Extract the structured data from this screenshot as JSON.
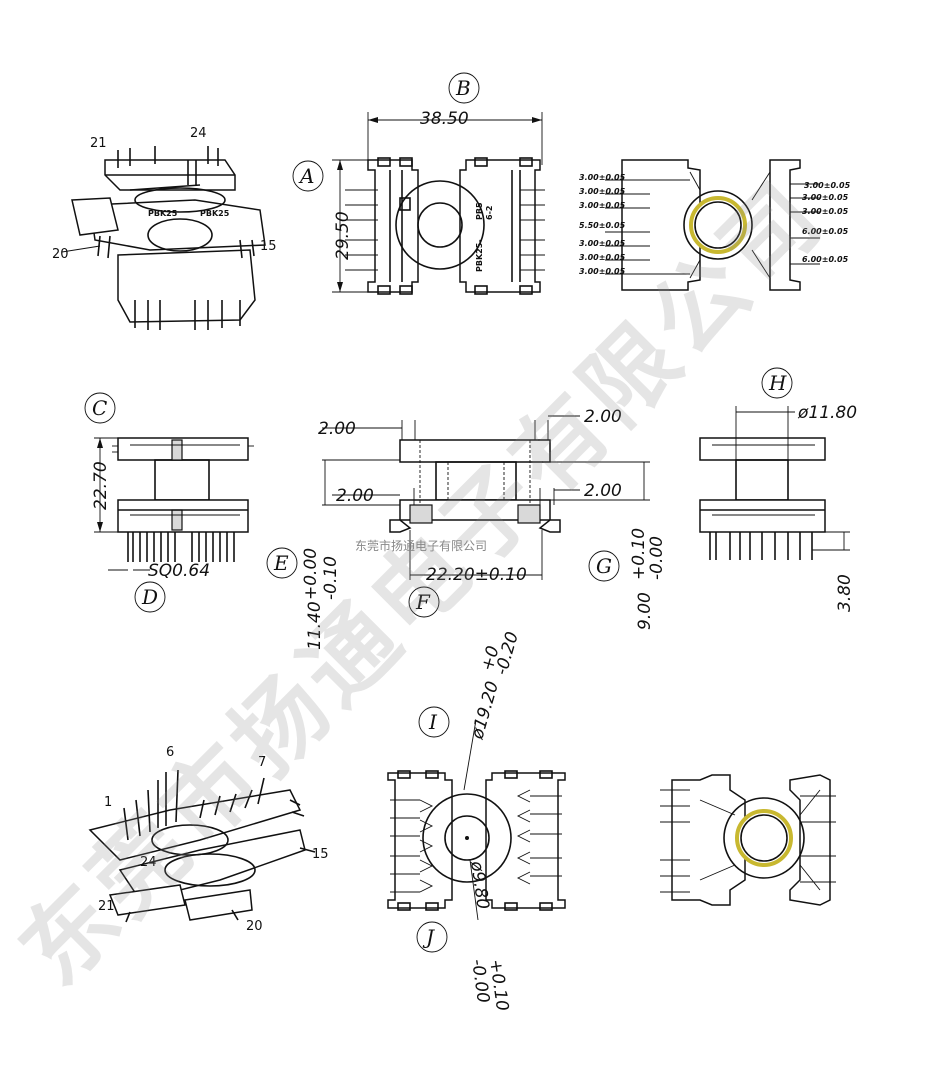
{
  "dimensions": {
    "b_width": "38.50",
    "a_height": "29.50",
    "pitch": [
      "3.00±0.05",
      "3.00±0.05",
      "3.00±0.05",
      "5.50±0.05",
      "3.00±0.05",
      "3.00±0.05",
      "3.00±0.05"
    ],
    "pitch_right": [
      "3.00±0.05",
      "3.00±0.05",
      "3.00±0.05",
      "6.00±0.05",
      "6.00±0.05"
    ],
    "c_height": "22.70",
    "d_pin": "SQ0.64",
    "gap_a": "2.00",
    "gap_b": "2.00",
    "gap_c": "2.00",
    "gap_d": "2.00",
    "e_height_main": "11.40",
    "e_tol_upper": "+0.00",
    "e_tol_lower": "-0.10",
    "f_width": "22.20±0.10",
    "g_height_main": "9.00",
    "g_tol_upper": "+0.10",
    "g_tol_lower": "-0.00",
    "h_dia": "ø11.80",
    "pin_len": "3.80",
    "i_dia_main": "ø19.20",
    "i_tol_upper": "+0",
    "i_tol_lower": "-0.20",
    "j_dia_main": "ø9.80",
    "j_tol_upper": "+0.10",
    "j_tol_lower": "-0.00"
  },
  "labels": {
    "A": "A",
    "B": "B",
    "C": "C",
    "D": "D",
    "E": "E",
    "F": "F",
    "G": "G",
    "H": "H",
    "I": "I",
    "J": "J"
  },
  "pin_numbers": {
    "top_21": "21",
    "top_24": "24",
    "top_20": "20",
    "top_15": "15",
    "bot_6": "6",
    "bot_7": "7",
    "bot_1": "1",
    "bot_24": "24",
    "bot_15": "15",
    "bot_21": "21",
    "bot_20": "20"
  },
  "markings": {
    "part_code": "PBK25",
    "left_part": "PBK25-",
    "right_part_1": "PB5",
    "right_part_2": "6-2"
  },
  "watermark": {
    "large": [
      "东",
      "莞",
      "市",
      "扬",
      "通",
      "电",
      "子",
      "有",
      "限",
      "公",
      "司"
    ],
    "small": "东莞市扬通电子有限公司"
  }
}
